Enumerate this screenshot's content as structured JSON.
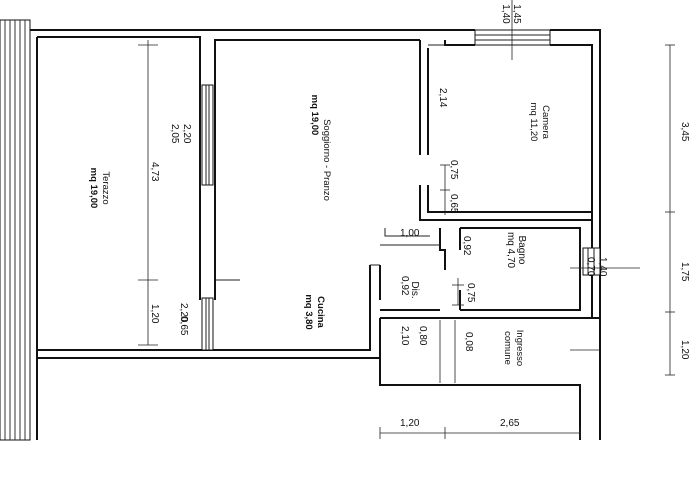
{
  "rooms": {
    "terrace": {
      "name": "Terazzo",
      "area": "mq 19,00"
    },
    "living": {
      "name": "Soggiorno - Pranzo",
      "area": "mq 19,00"
    },
    "kitchen": {
      "name": "Cucina",
      "area": "mq 3,80"
    },
    "bedroom": {
      "name": "Camera",
      "area": "mq 11,20"
    },
    "bathroom": {
      "name": "Bagno",
      "area": "mq 4,70"
    },
    "hallway": {
      "name": "Dis."
    },
    "entrance": {
      "name_line1": "Ingresso",
      "name_line2": "comune"
    }
  },
  "dimensions": {
    "top_window": [
      "1,45",
      "1,40"
    ],
    "terrace_height": "4,73",
    "terrace_lower": "1,20",
    "terrace_low_window": "0,65",
    "living_window": [
      "2,20",
      "2,05"
    ],
    "kitchen_window": "2,20",
    "bedroom_wall": "2,14",
    "bedroom_door": "0,75",
    "bedroom_gap": "0,65",
    "hall_width": "1,00",
    "bath_door_a": "0,92",
    "hall_door": "0,92",
    "bath_door": "0,75",
    "bath_window": [
      "1,40",
      "0,70"
    ],
    "entrance_w": "0,80",
    "entrance_h": "2,10",
    "entrance_side": "0,08",
    "right_top": "3,45",
    "right_mid": "1,75",
    "right_low": "1,20",
    "bottom_left": "1,20",
    "bottom_right": "2,65"
  }
}
